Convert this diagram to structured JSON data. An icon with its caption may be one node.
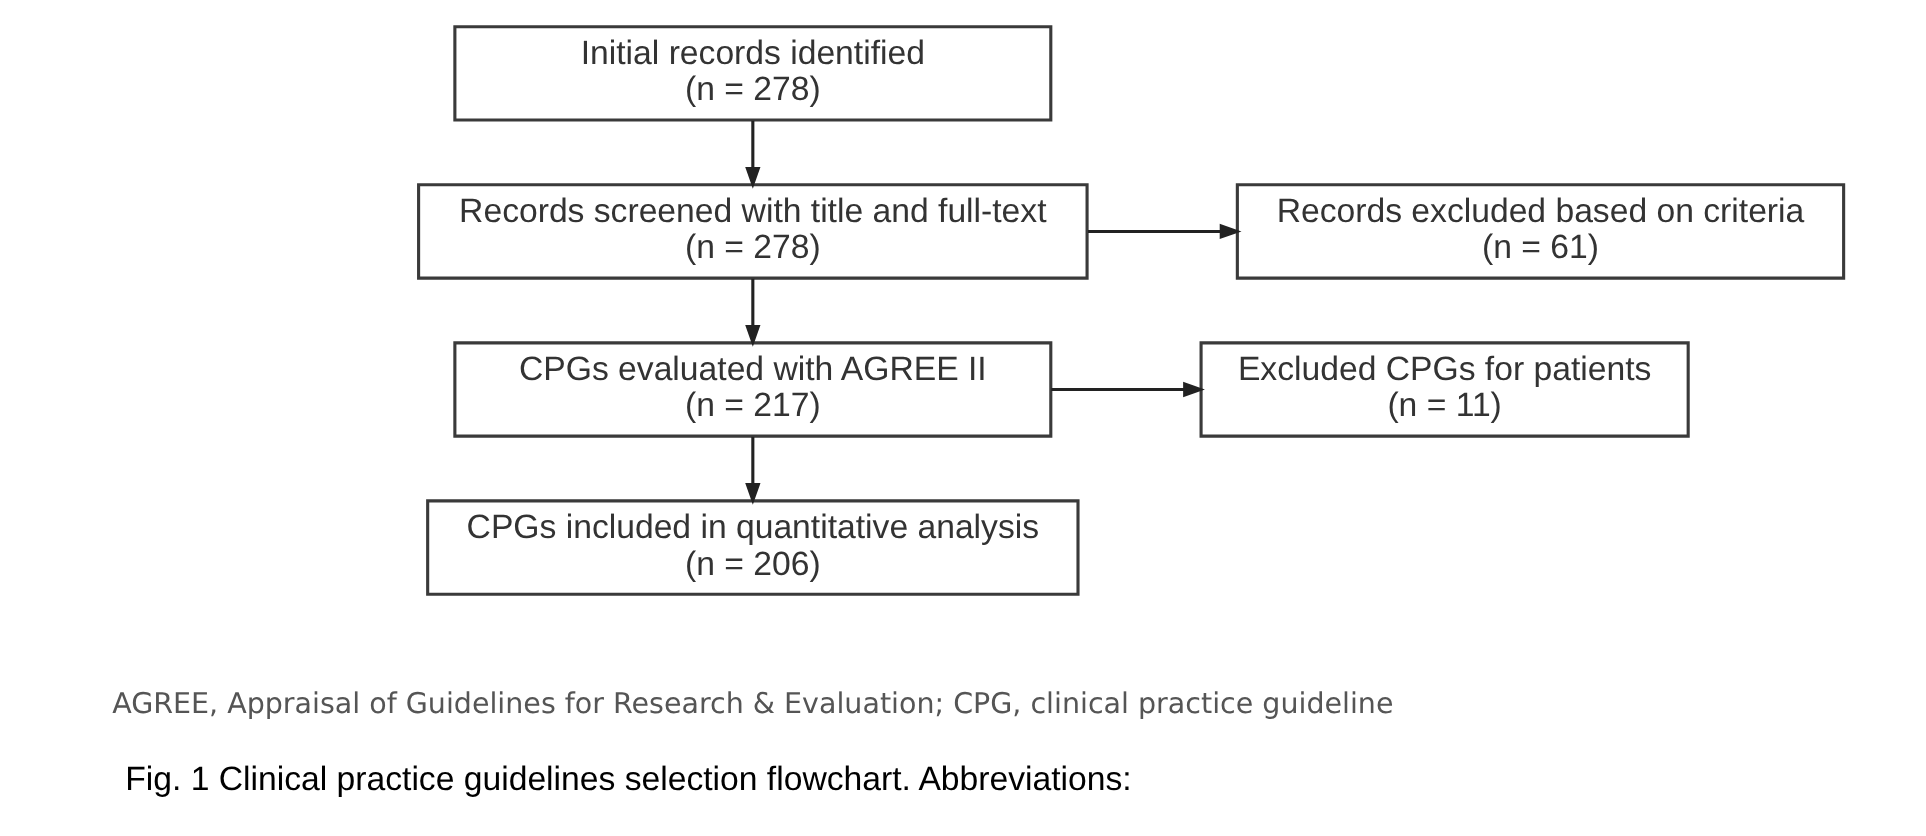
{
  "diagram": {
    "caption": "Fig. 1 Clinical practice guidelines selection flowchart. Abbreviations:",
    "nodes": [
      {
        "text": [
          "Initial records identified",
          "(n = 278)"
        ]
      },
      {
        "text": [
          "Records screened with title and full-text",
          "(n = 278)"
        ]
      },
      {
        "text": [
          "Records excluded based on criteria",
          "(n = 61)"
        ]
      },
      {
        "text": [
          "CPGs evaluated with AGREE II",
          "(n = 217)"
        ]
      },
      {
        "text": [
          "Excluded CPGs for patients",
          "(n = 11)"
        ]
      },
      {
        "text": [
          "CPGs included in quantitative analysis",
          "(n = 206)"
        ]
      }
    ],
    "edges": [
      {
        "from": 0,
        "to": 1,
        "arrow": "to"
      },
      {
        "from": 1,
        "to": 2,
        "arrow": "to"
      },
      {
        "from": 1,
        "to": 3,
        "arrow": "to"
      },
      {
        "from": 3,
        "to": 4,
        "arrow": "to"
      },
      {
        "from": 3,
        "to": 5,
        "arrow": "to"
      }
    ],
    "labels": [
      "AGREE, Appraisal of Guidelines for Research & Evaluation; CPG, clinical practice guideline"
    ]
  }
}
